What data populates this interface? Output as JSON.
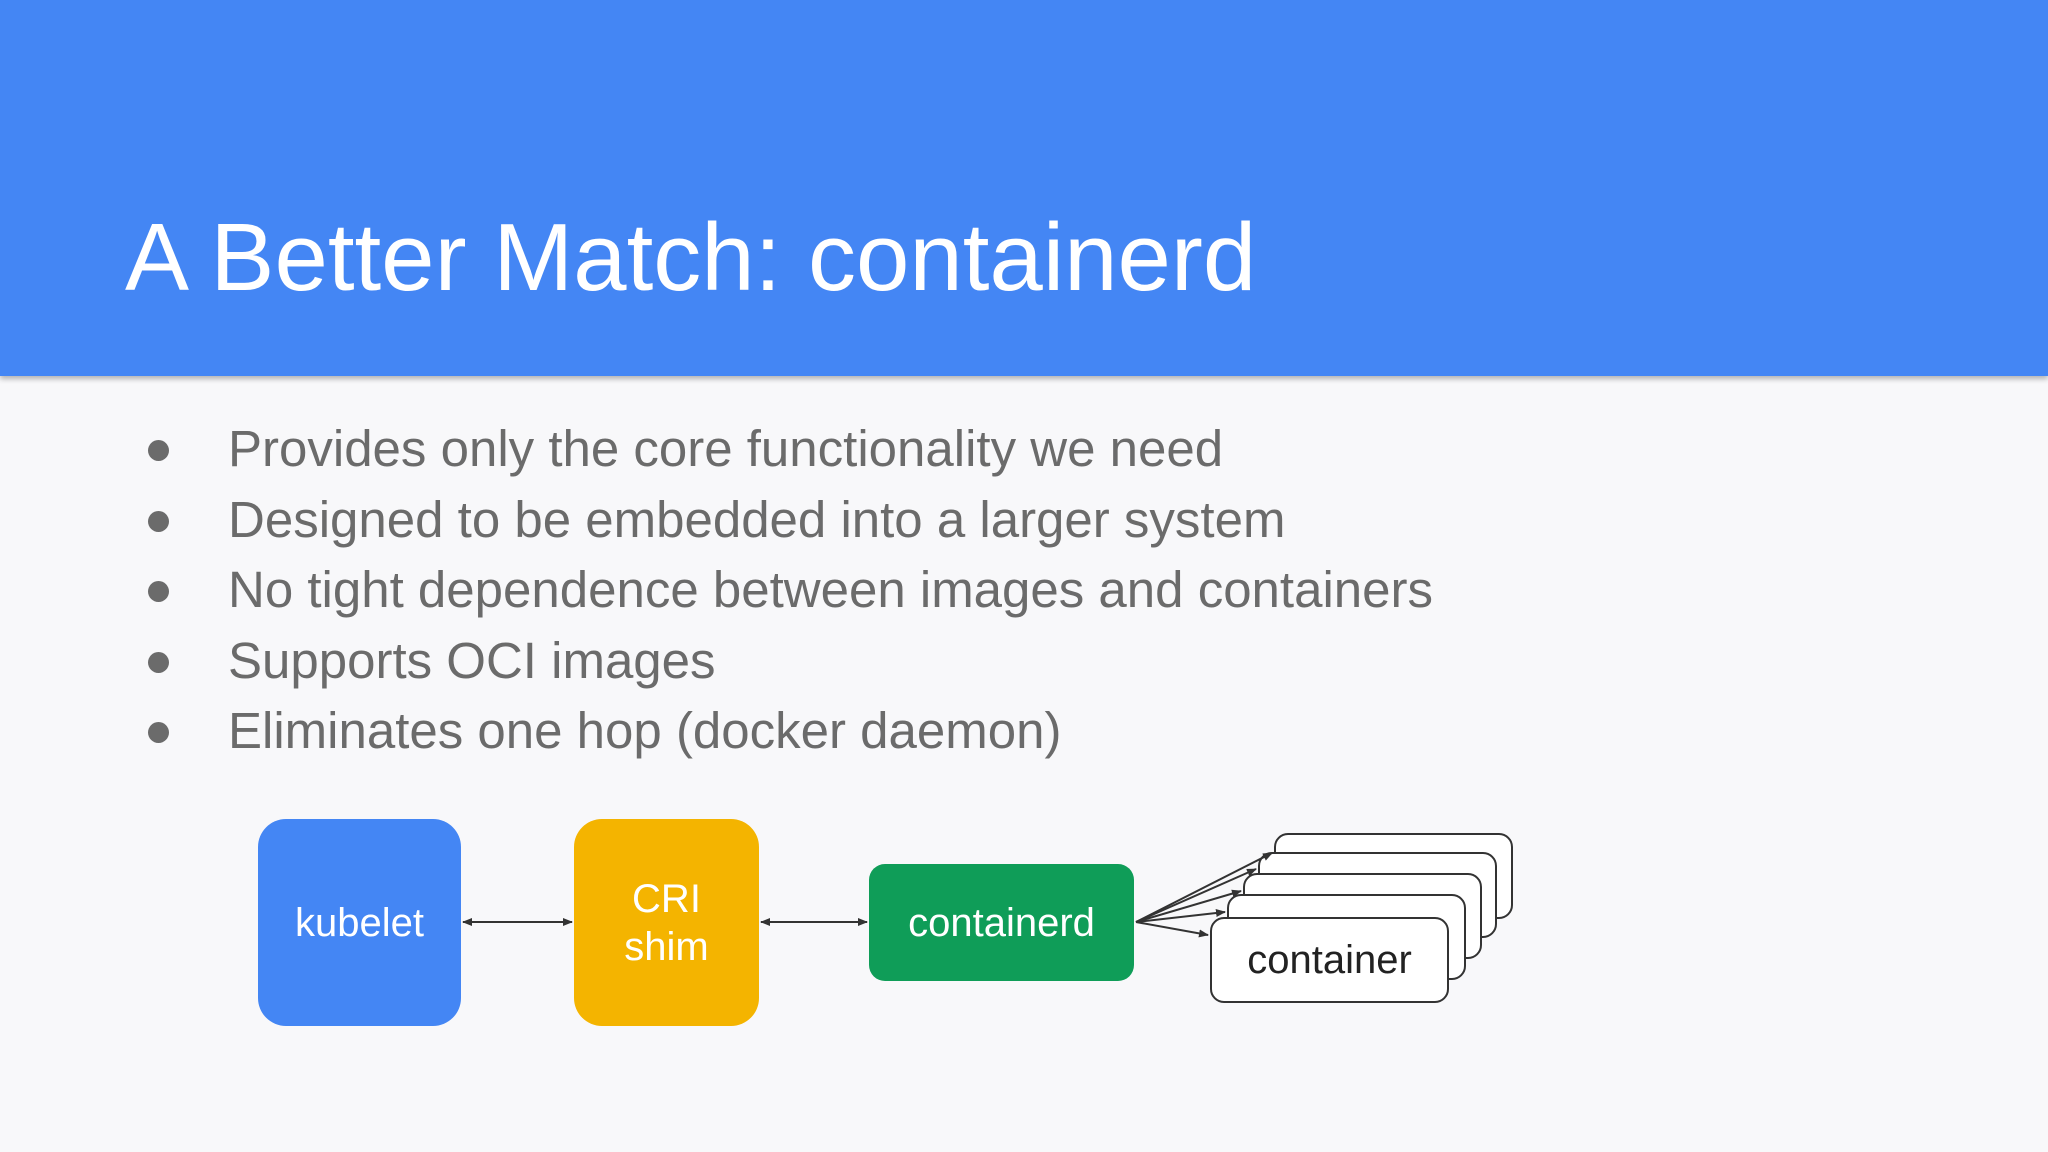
{
  "slide": {
    "title": "A Better Match: containerd"
  },
  "bullets": [
    "Provides only the core functionality we need",
    "Designed to be embedded into a larger system",
    "No tight dependence between images and containers",
    "Supports OCI images",
    "Eliminates one hop (docker daemon)"
  ],
  "diagram": {
    "kubelet": "kubelet",
    "cri_shim_line1": "CRI",
    "cri_shim_line2": "shim",
    "containerd": "containerd",
    "container": "container",
    "colors": {
      "kubelet": "#4486f4",
      "cri_shim": "#f4b400",
      "containerd": "#0f9d58"
    }
  }
}
